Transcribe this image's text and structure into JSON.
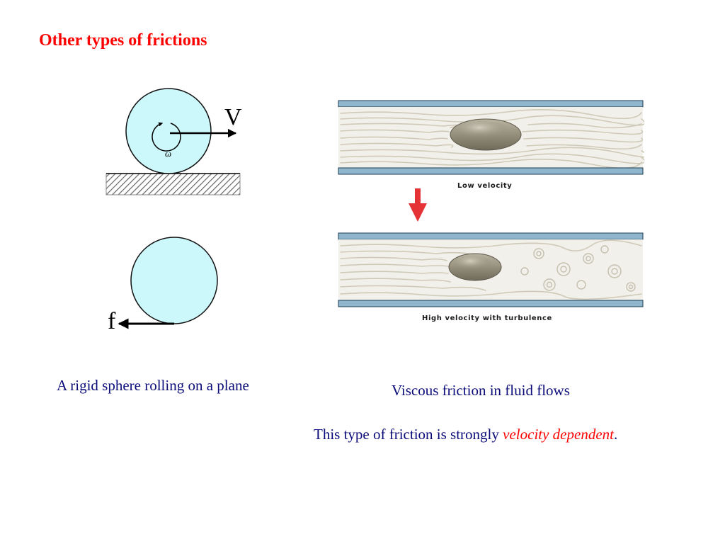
{
  "slide": {
    "title": "Other types of frictions"
  },
  "rolling": {
    "velocity_label": "V",
    "omega_label": "ω",
    "friction_label": "f",
    "caption": "A rigid sphere rolling on a plane"
  },
  "viscous": {
    "low_label": "Low velocity",
    "high_label": "High velocity with turbulence",
    "caption": "Viscous friction in fluid flows"
  },
  "note": {
    "prefix": "This type of friction is strongly ",
    "emphasis": "velocity dependent",
    "suffix": "."
  },
  "colors": {
    "title": "#ff0000",
    "text": "#0b0b7a",
    "sphere": "#ccf8fb",
    "pipe_wall": "#8fb6cc",
    "arrow_down": "#e53236"
  }
}
